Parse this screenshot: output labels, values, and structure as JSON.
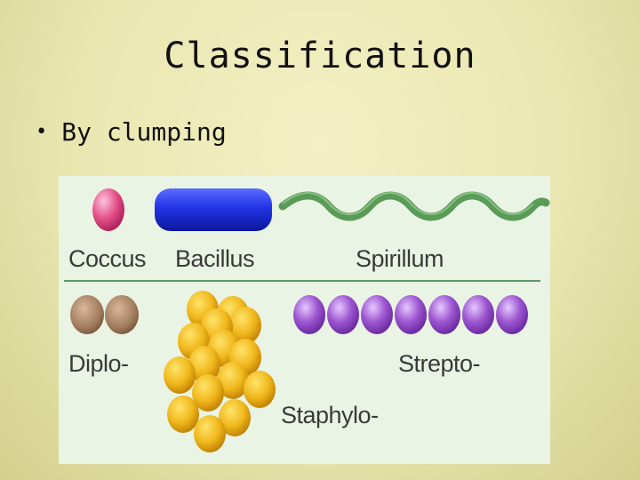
{
  "slide": {
    "title": "Classification",
    "bullets": [
      {
        "text": "By clumping"
      }
    ]
  },
  "figure": {
    "labels": {
      "coccus": "Coccus",
      "bacillus": "Bacillus",
      "spirillum": "Spirillum",
      "diplo": "Diplo-",
      "strepto": "Strepto-",
      "staphylo": "Staphylo-"
    },
    "colors": {
      "background": "#eaf4e4",
      "divider": "#5f9a63",
      "coccus": "#e44f87",
      "bacillus": "#1d2fd8",
      "spirillum": "#5a9b58",
      "diplo": "#a07a5c",
      "staphylo": "#e0a010",
      "strepto": "#9c55d0"
    }
  }
}
